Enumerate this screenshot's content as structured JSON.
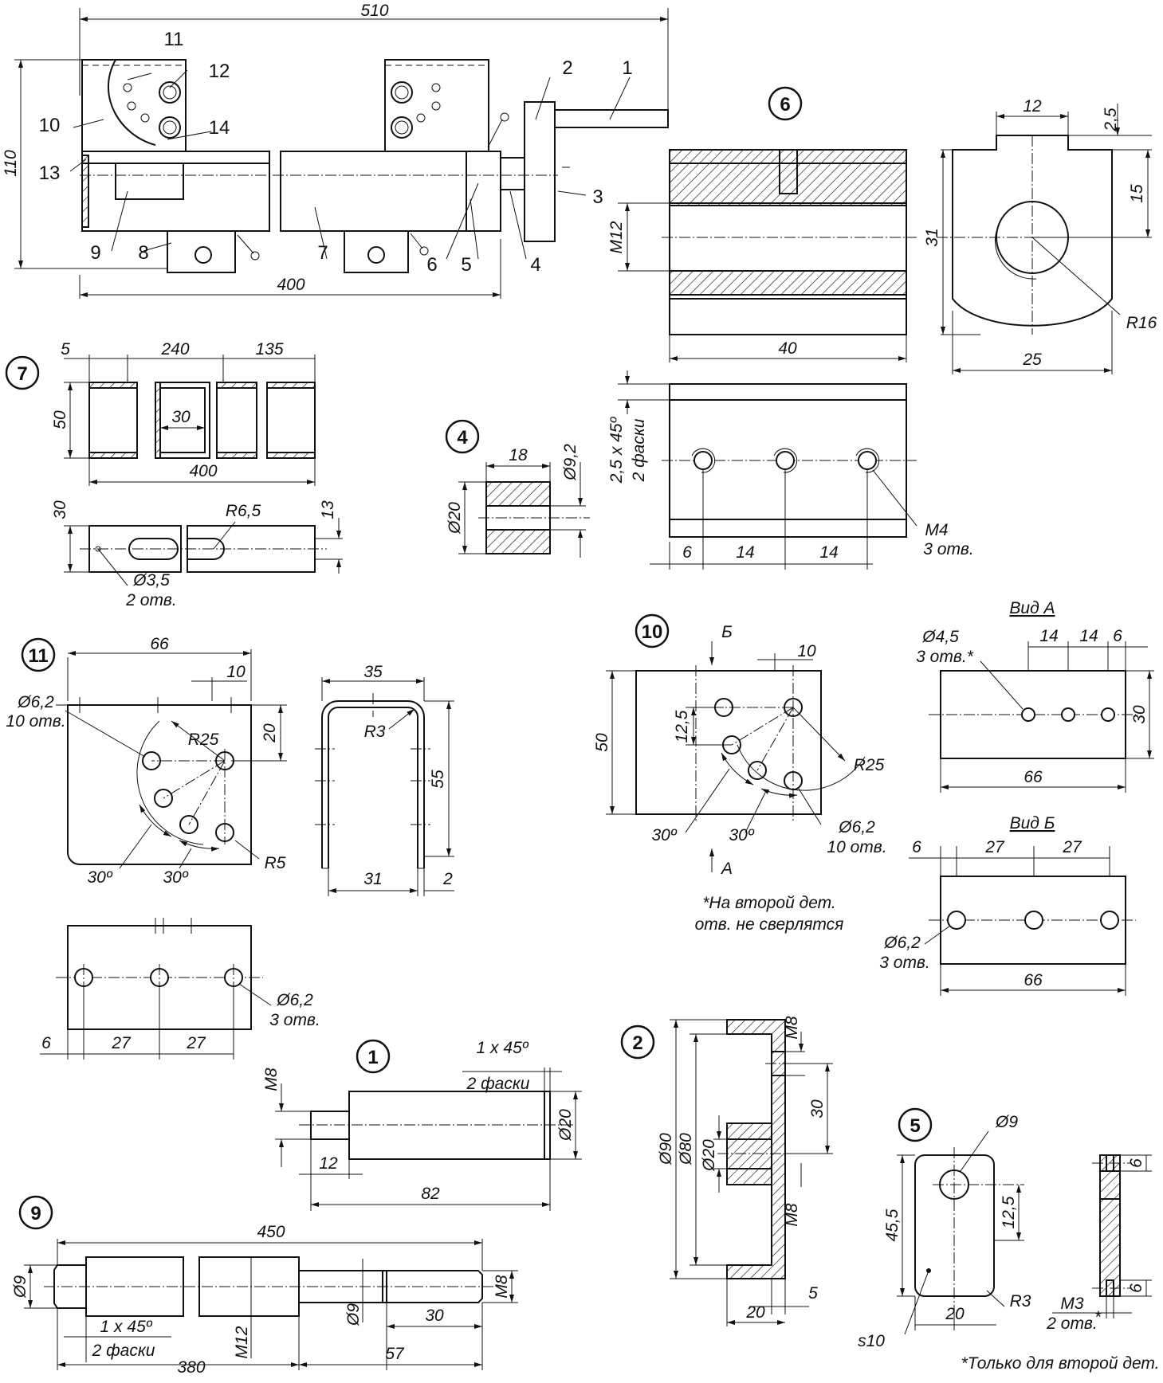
{
  "assembly": {
    "dims": [
      "510",
      "110",
      "400"
    ],
    "callouts": [
      "1",
      "2",
      "3",
      "4",
      "5",
      "6",
      "7",
      "8",
      "9",
      "10",
      "11",
      "12",
      "13",
      "14"
    ]
  },
  "part_numbers": [
    "1",
    "2",
    "4",
    "5",
    "6",
    "7",
    "9",
    "10",
    "11"
  ],
  "part7": {
    "dims": [
      "5",
      "240",
      "135",
      "50",
      "30",
      "400",
      "30",
      "R6,5",
      "13",
      "Ø3,5"
    ],
    "note": "2 отв."
  },
  "part4": {
    "dims": [
      "18",
      "Ø9,2",
      "Ø20"
    ]
  },
  "part9": {
    "dims_front": [
      "M12",
      "40"
    ],
    "dims_side": [
      "12",
      "2,5",
      "15",
      "31",
      "R16",
      "25"
    ],
    "chamfer": "2,5 x 45º",
    "chamfer_note": "2 фаски",
    "dims_bottom": [
      "6",
      "14",
      "14",
      "M4"
    ],
    "holes_note": "3 отв."
  },
  "part11": {
    "dims": [
      "66",
      "10",
      "Ø6,2",
      "20",
      "R25",
      "30º",
      "30º",
      "R5"
    ],
    "holes_note": "10 отв.",
    "dims_side": [
      "35",
      "R3",
      "55",
      "31",
      "2"
    ],
    "dims_bottom": [
      "Ø6,2",
      "6",
      "27",
      "27"
    ],
    "bottom_note": "3 отв."
  },
  "part10": {
    "dims": [
      "10",
      "50",
      "12,5",
      "R25",
      "30º",
      "30º",
      "Ø6,2"
    ],
    "holes_note": "10 отв.",
    "view_b": "Б",
    "view_a": "А",
    "footnote": "*На второй дет.",
    "footnote2": "отв. не сверлятся"
  },
  "viewA": {
    "title": "Вид А",
    "dims": [
      "Ø4,5",
      "14",
      "14",
      "6",
      "30",
      "66"
    ],
    "note": "3 отв.*"
  },
  "viewB": {
    "title": "Вид Б",
    "dims": [
      "6",
      "27",
      "27",
      "Ø6,2",
      "66"
    ],
    "note": "3 отв."
  },
  "part1": {
    "dims": [
      "1 x 45º",
      "M8",
      "Ø20",
      "12",
      "82"
    ],
    "note": "2 фаски"
  },
  "part2": {
    "dims": [
      "M8",
      "30",
      "Ø90",
      "Ø80",
      "Ø20",
      "M8",
      "5",
      "20"
    ]
  },
  "part5": {
    "dims": [
      "Ø9",
      "6",
      "45,5",
      "12,5",
      "R3",
      "6",
      "20",
      "s10",
      "M3"
    ],
    "note": "2 отв.",
    "note_star": "*",
    "footnote": "*Только для второй дет."
  },
  "part6": {
    "dims": [
      "450",
      "Ø9",
      "M8",
      "1 x 45º",
      "M12",
      "Ø9",
      "30",
      "380",
      "57"
    ],
    "note": "2 фаски"
  }
}
